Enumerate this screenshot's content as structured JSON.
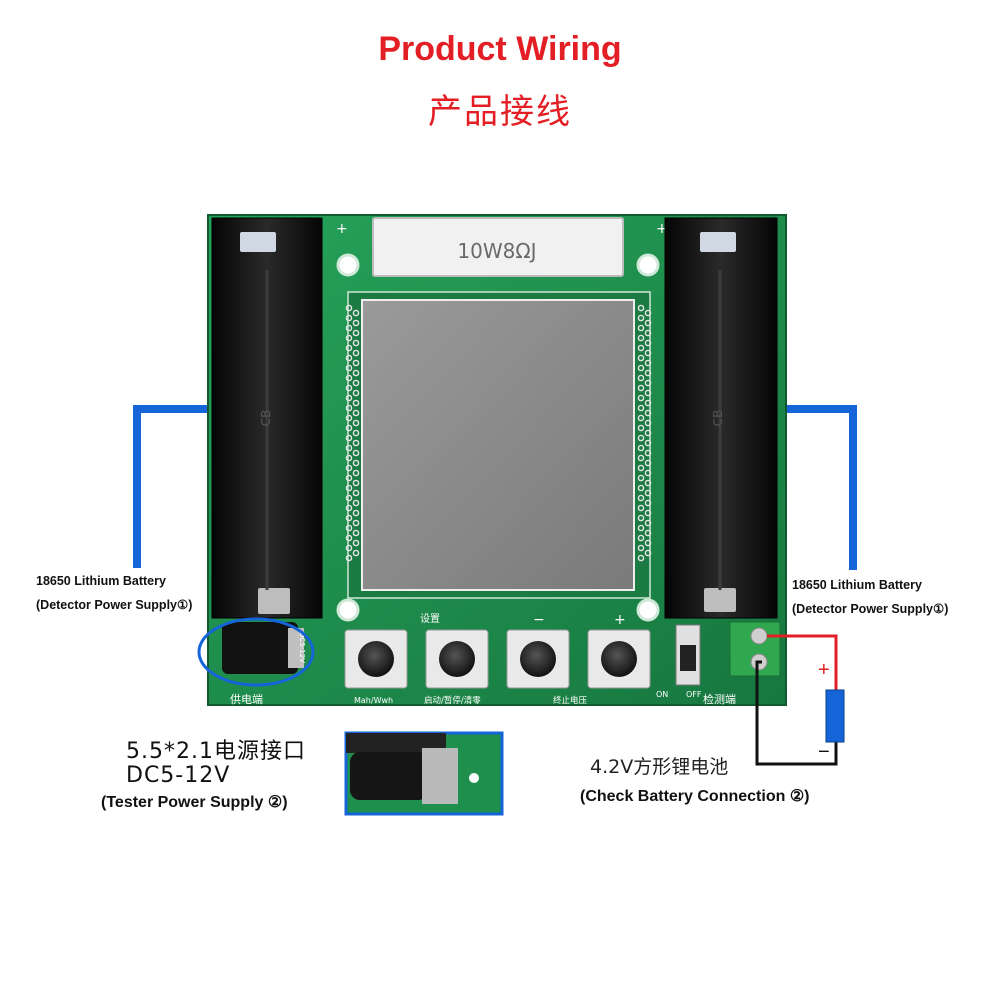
{
  "title": {
    "en": "Product Wiring",
    "cn": "产品接线"
  },
  "board": {
    "resistor_label": "10W8ΩJ",
    "button_caption_top": "设置",
    "button_caption_minus": "−",
    "button_caption_plus": "+",
    "button_label_1": "Mah/Wwh",
    "button_label_2": "启动/暂停/清零",
    "button_label_3": "终止电压",
    "power_port_label": "供电端",
    "detect_port_label": "检测端",
    "switch_on": "ON",
    "switch_off": "OFF",
    "dc_mark": "DC5-12V",
    "holder_mark": "CB"
  },
  "left_battery": {
    "line1": "18650 Lithium Battery",
    "line2": "(Detector Power Supply①)"
  },
  "right_battery": {
    "line1": "18650 Lithium Battery",
    "line2": "(Detector Power Supply①)"
  },
  "power_port": {
    "line1": "5.5*2.1电源接口",
    "line2": "DC5-12V",
    "line3": "(Tester Power Supply ②)"
  },
  "check_battery": {
    "line1": "4.2V方形锂电池",
    "line2": "(Check Battery Connection ②)",
    "plus": "+",
    "minus": "−"
  },
  "colors": {
    "title": "#e31e24",
    "blue_wire": "#1565d8",
    "pcb": "#1f8f4e",
    "red_wire": "#e31e24",
    "lcd": "#8c8c8c"
  }
}
